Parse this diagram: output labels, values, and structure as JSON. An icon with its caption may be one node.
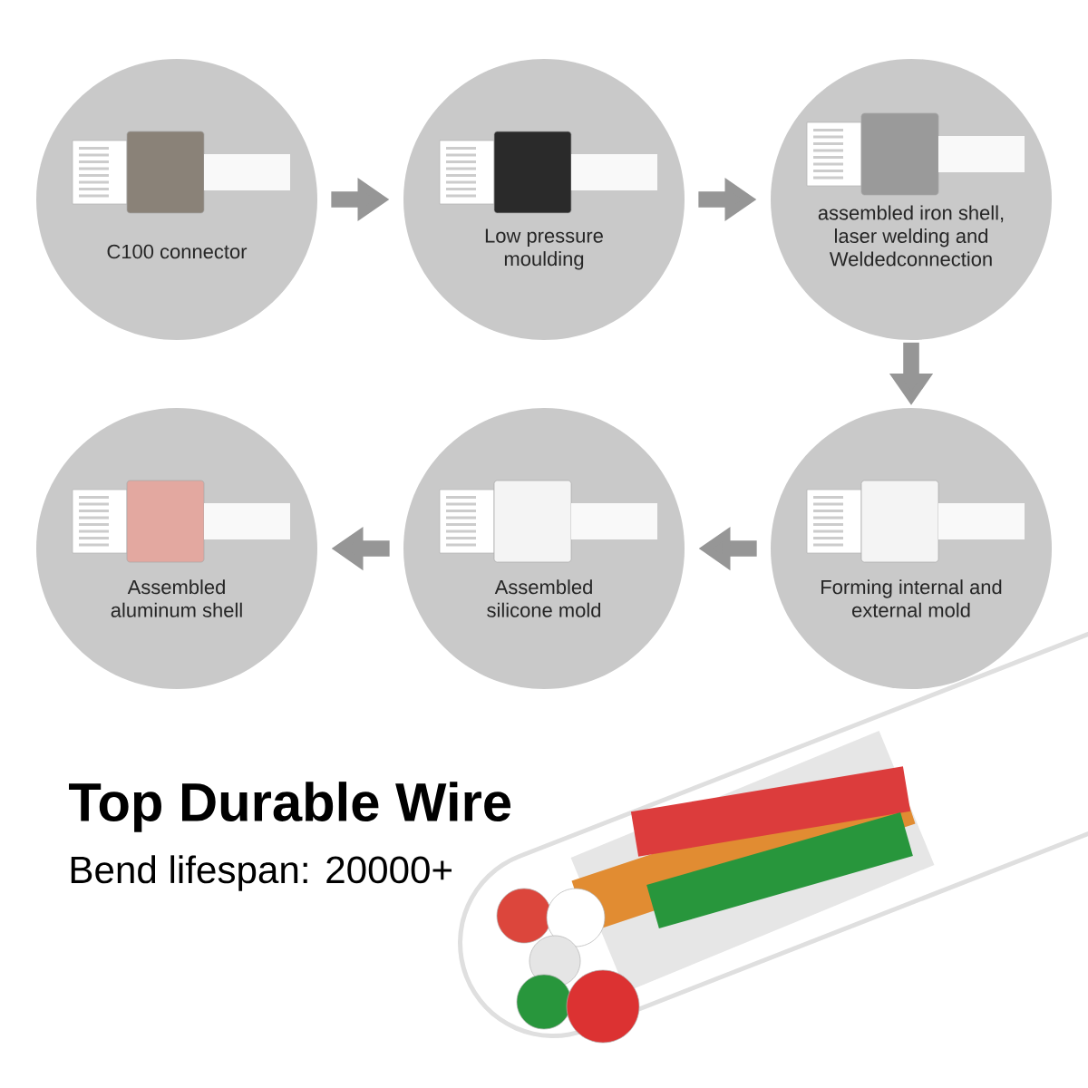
{
  "diagram": {
    "nodes": [
      {
        "text": [
          "C100 connector"
        ]
      },
      {
        "text": [
          "Low pressure moulding"
        ]
      },
      {
        "text": [
          "assembled iron shell, laser welding and Weldedconnection"
        ]
      },
      {
        "text": [
          "Forming internal and external mold"
        ]
      },
      {
        "text": [
          "Assembled silicone mold"
        ]
      },
      {
        "text": [
          "Assembled aluminum shell"
        ]
      }
    ],
    "edges": [
      {
        "from": 0,
        "to": 1,
        "arrow": "to"
      },
      {
        "from": 1,
        "to": 2,
        "arrow": "to"
      },
      {
        "from": 2,
        "to": 3,
        "arrow": "to"
      },
      {
        "from": 3,
        "to": 4,
        "arrow": "to"
      },
      {
        "from": 4,
        "to": 5,
        "arrow": "to"
      }
    ],
    "labels": [
      "Top Durable Wire",
      "Bend lifespan: 20000+"
    ]
  }
}
